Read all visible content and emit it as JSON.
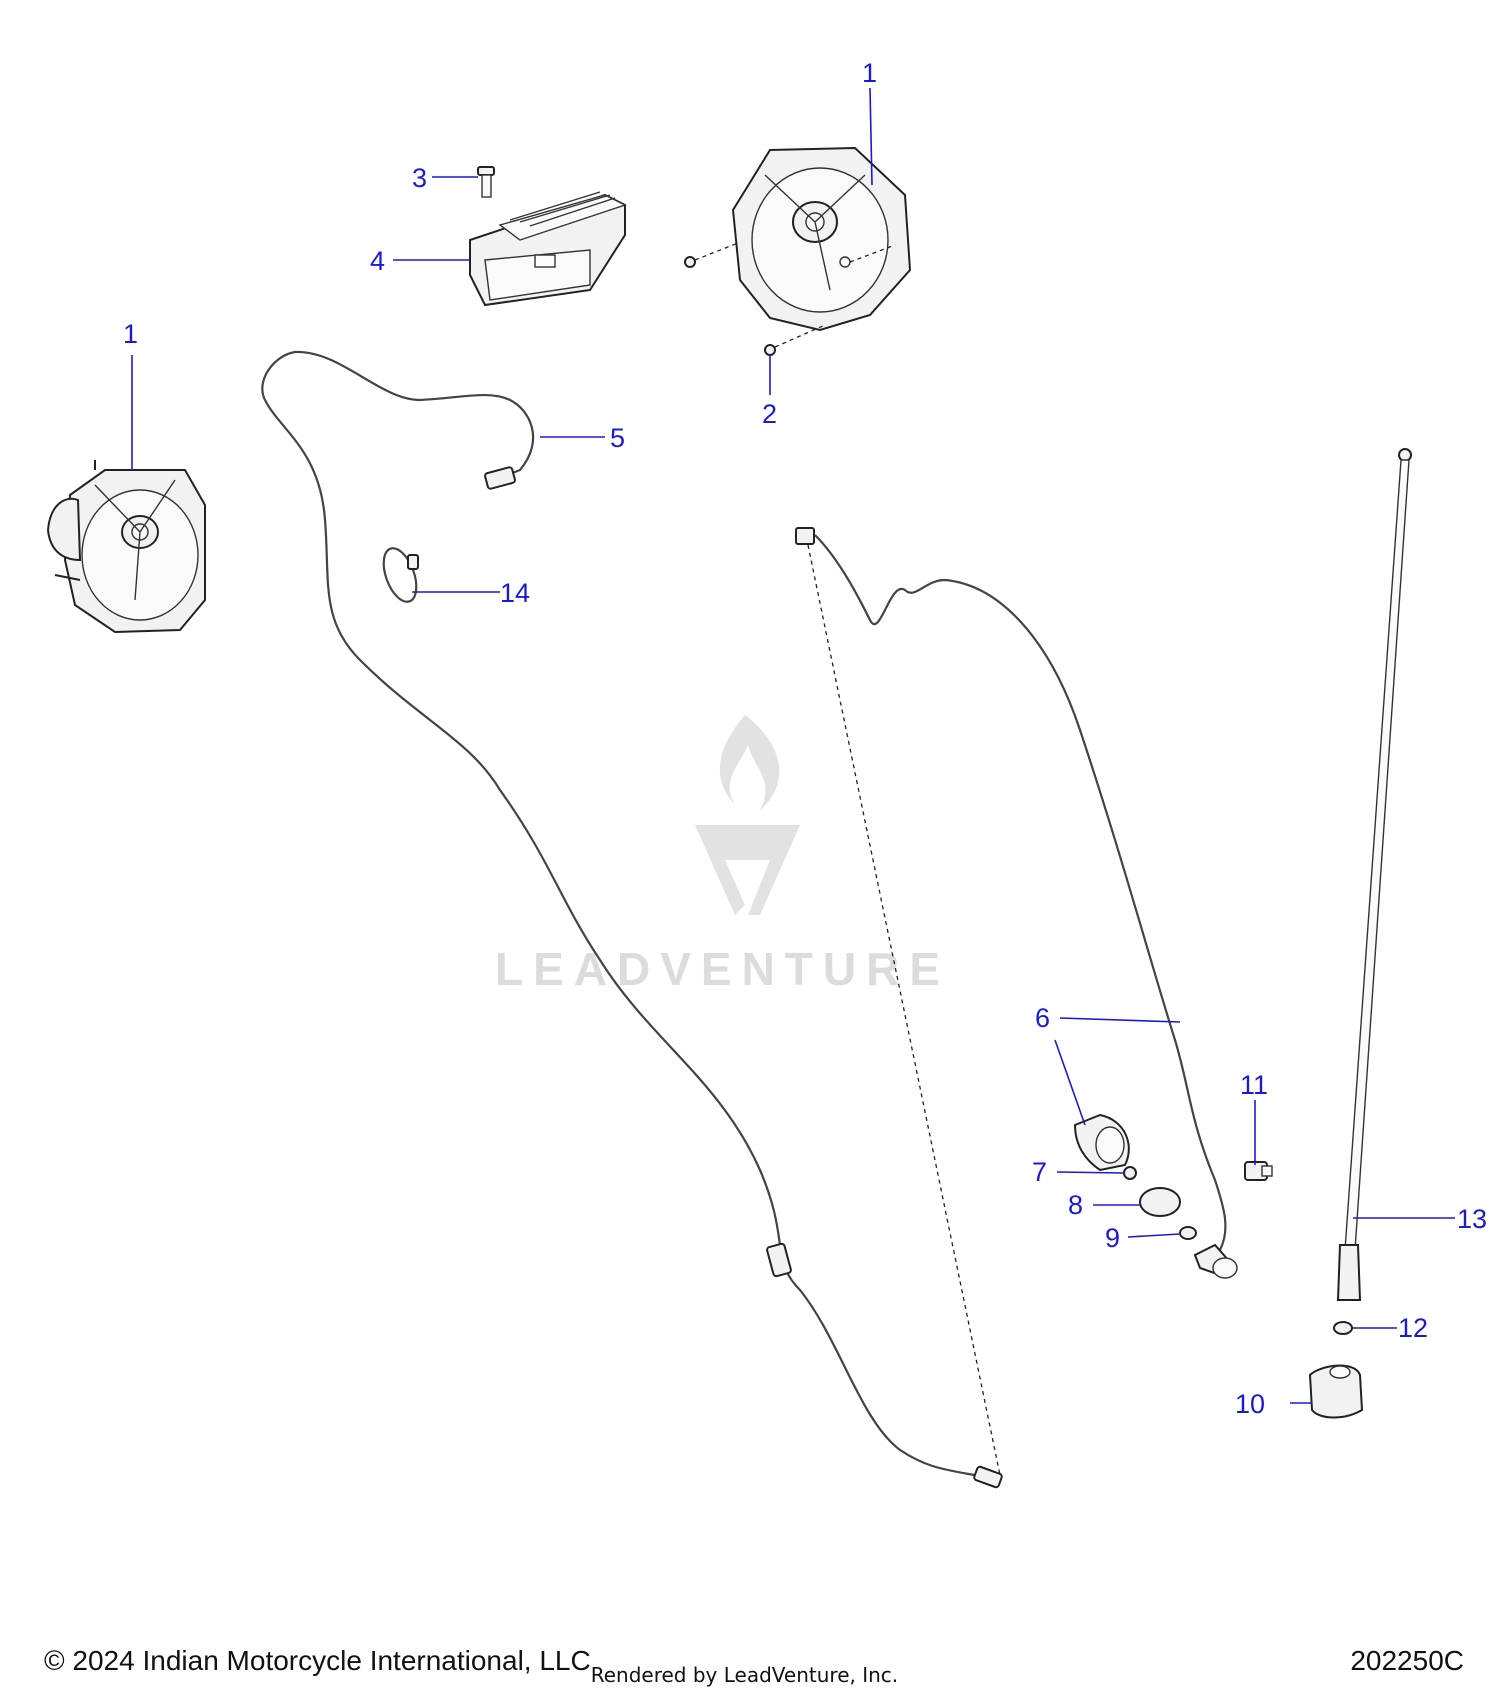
{
  "callouts": {
    "c1a": "1",
    "c1b": "1",
    "c2": "2",
    "c3": "3",
    "c4": "4",
    "c5": "5",
    "c6": "6",
    "c7": "7",
    "c8": "8",
    "c9": "9",
    "c10": "10",
    "c11": "11",
    "c12": "12",
    "c13": "13",
    "c14": "14"
  },
  "watermark": {
    "text": "LEADVENTURE"
  },
  "footer": {
    "copyright": "© 2024 Indian Motorcycle International, LLC",
    "rendered_by": "Rendered by LeadVenture, Inc.",
    "diagram_code": "202250C"
  },
  "colors": {
    "callout": "#1a1ad6",
    "line": "#222222",
    "watermark": "#dcdcdc"
  }
}
